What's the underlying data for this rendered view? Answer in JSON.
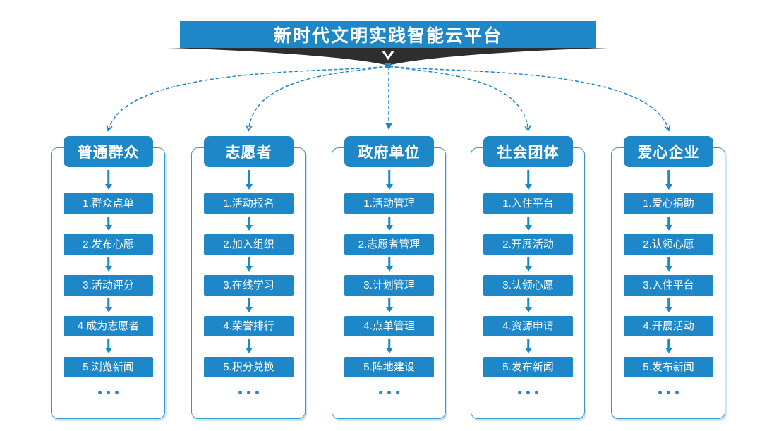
{
  "title": "新时代文明实践智能云平台",
  "colors": {
    "primary_blue": "#1E87C8",
    "frame_border_blue": "#3D95CE",
    "ribbon_dark": "#2E2E2E",
    "text_on_blue": "#FFFFFF",
    "background": "#FFFFFF"
  },
  "columns": [
    {
      "header": "普通群众",
      "items": [
        "1.群众点单",
        "2.发布心愿",
        "3.活动评分",
        "4.成为志愿者",
        "5.浏览新闻"
      ],
      "more": "•••"
    },
    {
      "header": "志愿者",
      "items": [
        "1.活动报名",
        "2.加入组织",
        "3.在线学习",
        "4.荣誉排行",
        "5.积分兑换"
      ],
      "more": "•••"
    },
    {
      "header": "政府单位",
      "items": [
        "1.活动管理",
        "2.志愿者管理",
        "3.计划管理",
        "4.点单管理",
        "5.阵地建设"
      ],
      "more": "•••"
    },
    {
      "header": "社会团体",
      "items": [
        "1.入住平台",
        "2.开展活动",
        "3.认领心愿",
        "4.资源申请",
        "5.发布新闻"
      ],
      "more": "•••"
    },
    {
      "header": "爱心企业",
      "items": [
        "1.爱心捐助",
        "2.认领心愿",
        "3.入住平台",
        "4.开展活动",
        "5.发布新闻"
      ],
      "more": "•••"
    }
  ]
}
